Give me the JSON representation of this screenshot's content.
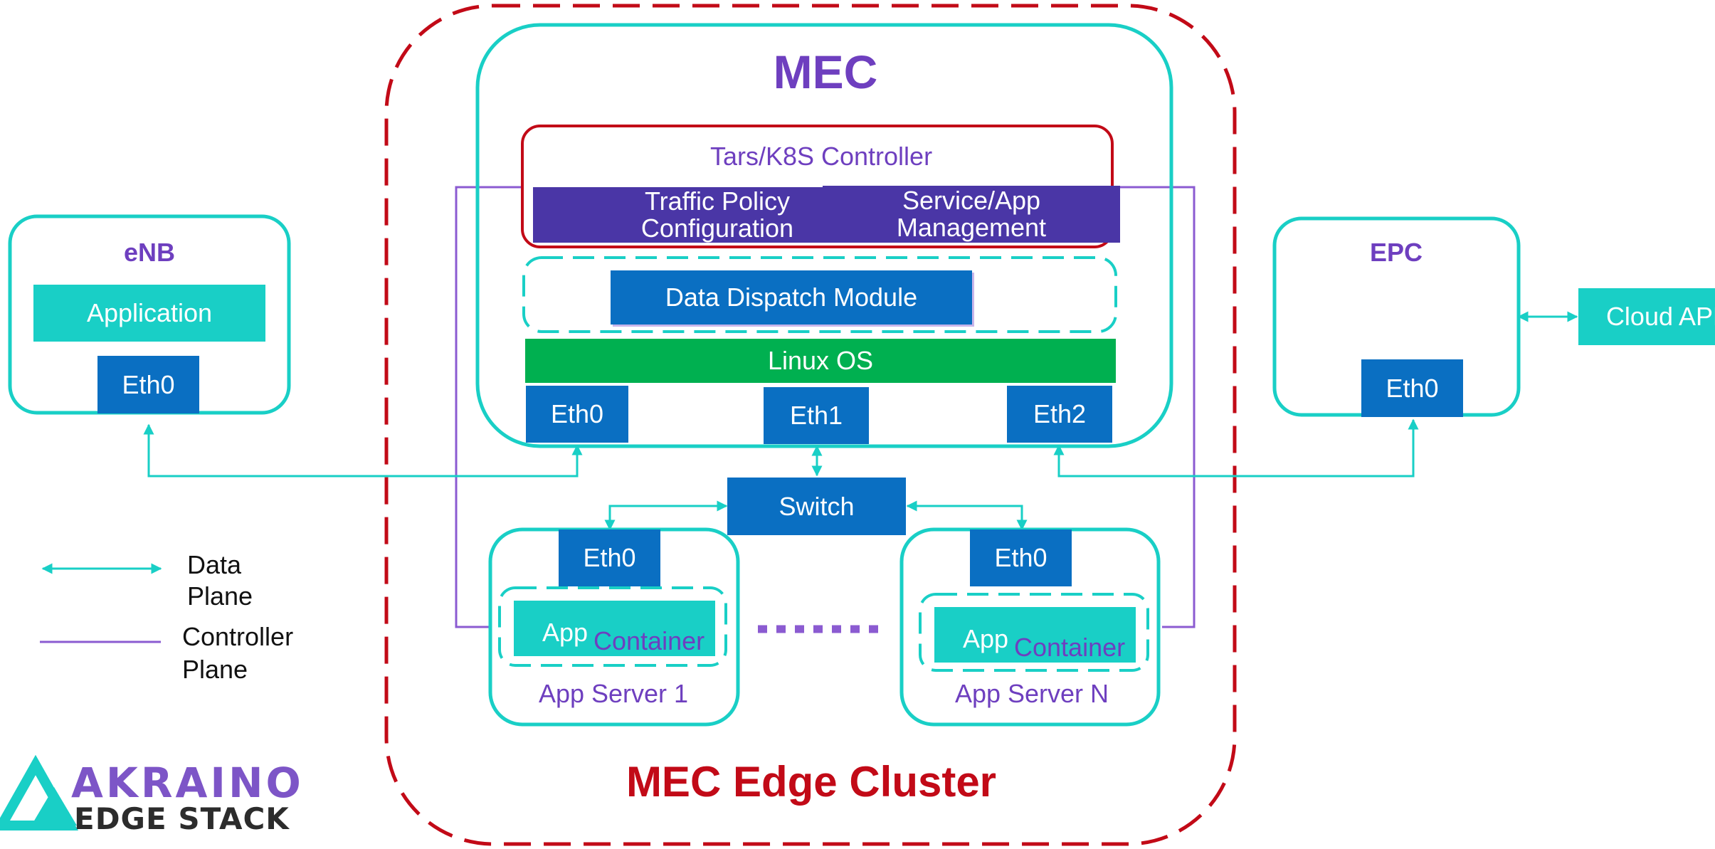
{
  "diagram": {
    "cluster_title": "MEC Edge Cluster",
    "mec": {
      "title": "MEC",
      "controller": {
        "title": "Tars/K8S Controller",
        "traffic_policy": "Traffic Policy Configuration",
        "service_app": "Service/App Management"
      },
      "data_dispatch": "Data Dispatch Module",
      "linux_os": "Linux OS",
      "eth0": "Eth0",
      "eth1": "Eth1",
      "eth2": "Eth2"
    },
    "switch": "Switch",
    "enb": {
      "title": "eNB",
      "application": "Application",
      "eth0": "Eth0"
    },
    "epc": {
      "title": "EPC",
      "eth0": "Eth0"
    },
    "cloud_app": "Cloud APP",
    "app_server_1": {
      "eth0": "Eth0",
      "app": "App",
      "container": "Container",
      "label": "App Server 1"
    },
    "app_server_n": {
      "eth0": "Eth0",
      "app": "App",
      "container": "Container",
      "label": "App Server N"
    },
    "legend": {
      "data_plane": "Data Plane",
      "controller_plane": "Controller Plane"
    },
    "logo": {
      "line1": "AKRAINO",
      "line2": "EDGE STACK"
    }
  },
  "colors": {
    "teal": "#19cfc6",
    "blue": "#0a6fc2",
    "purple": "#6e3fbf",
    "dark_purple": "#4a36a6",
    "red": "#c20a17",
    "green": "#00b050"
  }
}
